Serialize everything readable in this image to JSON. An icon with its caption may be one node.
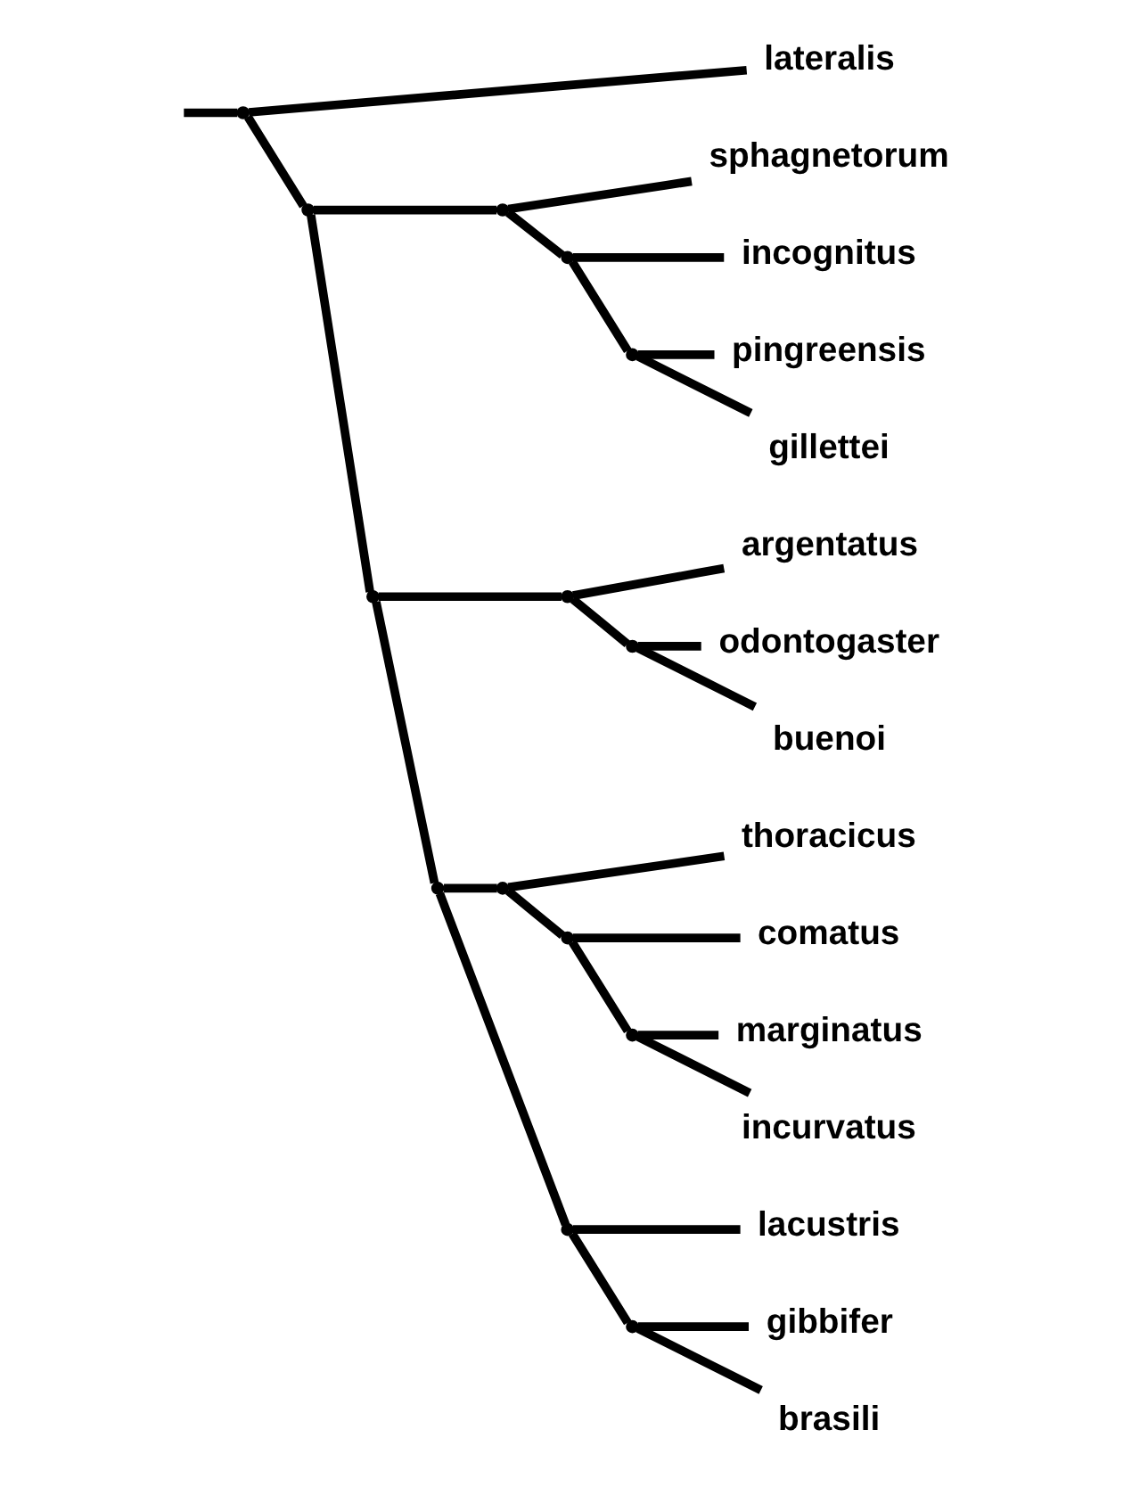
{
  "diagram": {
    "nodes": [
      {
        "text": [
          "lateralis"
        ]
      },
      {
        "text": [
          "sphagnetorum"
        ]
      },
      {
        "text": [
          "incognitus"
        ]
      },
      {
        "text": [
          "pingreensis"
        ]
      },
      {
        "text": [
          "gillettei"
        ]
      },
      {
        "text": [
          "argentatus"
        ]
      },
      {
        "text": [
          "odontogaster"
        ]
      },
      {
        "text": [
          "buenoi"
        ]
      },
      {
        "text": [
          "thoracicus"
        ]
      },
      {
        "text": [
          "comatus"
        ]
      },
      {
        "text": [
          "marginatus"
        ]
      },
      {
        "text": [
          "incurvatus"
        ]
      },
      {
        "text": [
          "lacustris"
        ]
      },
      {
        "text": [
          "gibbifer"
        ]
      },
      {
        "text": [
          "brasili"
        ]
      },
      {
        "text": [],
        "shape": "point"
      },
      {
        "text": [],
        "shape": "point"
      },
      {
        "text": [],
        "shape": "point"
      },
      {
        "text": [],
        "shape": "point"
      },
      {
        "text": [],
        "shape": "point"
      },
      {
        "text": [],
        "shape": "point"
      },
      {
        "text": [],
        "shape": "point"
      },
      {
        "text": [],
        "shape": "point"
      },
      {
        "text": [],
        "shape": "point"
      },
      {
        "text": [],
        "shape": "point"
      },
      {
        "text": [],
        "shape": "point"
      },
      {
        "text": [],
        "shape": "point"
      },
      {
        "text": [],
        "shape": "point"
      },
      {
        "text": [],
        "shape": "point"
      }
    ],
    "edges": [
      {
        "from": null,
        "to": 15,
        "arrow": "none"
      },
      {
        "from": 15,
        "to": 0,
        "arrow": "none"
      },
      {
        "from": 15,
        "to": 16,
        "arrow": "none"
      },
      {
        "from": 16,
        "to": 17,
        "arrow": "none"
      },
      {
        "from": 16,
        "to": 20,
        "arrow": "none"
      },
      {
        "from": 17,
        "to": 1,
        "arrow": "none"
      },
      {
        "from": 17,
        "to": 18,
        "arrow": "none"
      },
      {
        "from": 18,
        "to": 2,
        "arrow": "none"
      },
      {
        "from": 18,
        "to": 19,
        "arrow": "none"
      },
      {
        "from": 19,
        "to": 3,
        "arrow": "none"
      },
      {
        "from": 19,
        "to": 4,
        "arrow": "none"
      },
      {
        "from": 20,
        "to": 21,
        "arrow": "none"
      },
      {
        "from": 20,
        "to": 23,
        "arrow": "none"
      },
      {
        "from": 21,
        "to": 5,
        "arrow": "none"
      },
      {
        "from": 21,
        "to": 22,
        "arrow": "none"
      },
      {
        "from": 22,
        "to": 6,
        "arrow": "none"
      },
      {
        "from": 22,
        "to": 7,
        "arrow": "none"
      },
      {
        "from": 23,
        "to": 24,
        "arrow": "none"
      },
      {
        "from": 23,
        "to": 27,
        "arrow": "none"
      },
      {
        "from": 24,
        "to": 8,
        "arrow": "none"
      },
      {
        "from": 24,
        "to": 25,
        "arrow": "none"
      },
      {
        "from": 25,
        "to": 9,
        "arrow": "none"
      },
      {
        "from": 25,
        "to": 26,
        "arrow": "none"
      },
      {
        "from": 26,
        "to": 10,
        "arrow": "none"
      },
      {
        "from": 26,
        "to": 11,
        "arrow": "none"
      },
      {
        "from": 27,
        "to": 12,
        "arrow": "none"
      },
      {
        "from": 27,
        "to": 28,
        "arrow": "none"
      },
      {
        "from": 28,
        "to": 13,
        "arrow": "none"
      },
      {
        "from": 28,
        "to": 14,
        "arrow": "none"
      }
    ]
  }
}
